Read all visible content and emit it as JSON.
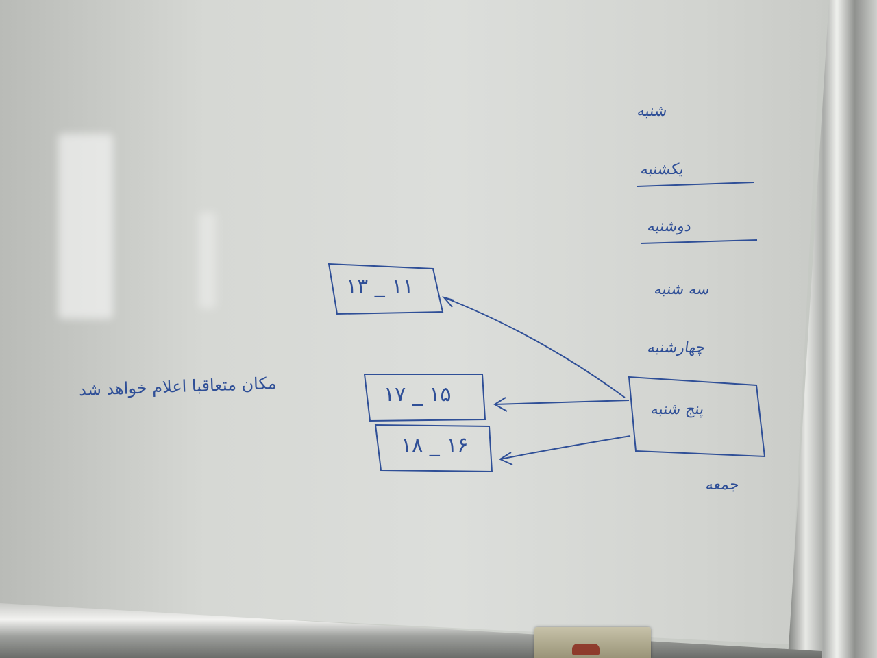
{
  "board": {
    "days": [
      {
        "id": "saturday",
        "label": "شنبه"
      },
      {
        "id": "sunday",
        "label": "یکشنبه"
      },
      {
        "id": "monday",
        "label": "دوشنبه"
      },
      {
        "id": "tuesday",
        "label": "سه شنبه"
      },
      {
        "id": "wednesday",
        "label": "چهارشنبه"
      },
      {
        "id": "thursday",
        "label": "پنج شنبه"
      },
      {
        "id": "friday",
        "label": "جمعه"
      }
    ],
    "time_slots": [
      {
        "id": "slot-1",
        "label": "۱۱ _ ۱۳"
      },
      {
        "id": "slot-2",
        "label": "۱۵ _ ۱۷"
      },
      {
        "id": "slot-3",
        "label": "۱۶ _ ۱۸"
      }
    ],
    "note": "مکان متعاقبا اعلام خواهد شد",
    "ink_color": "#2f4f97"
  }
}
